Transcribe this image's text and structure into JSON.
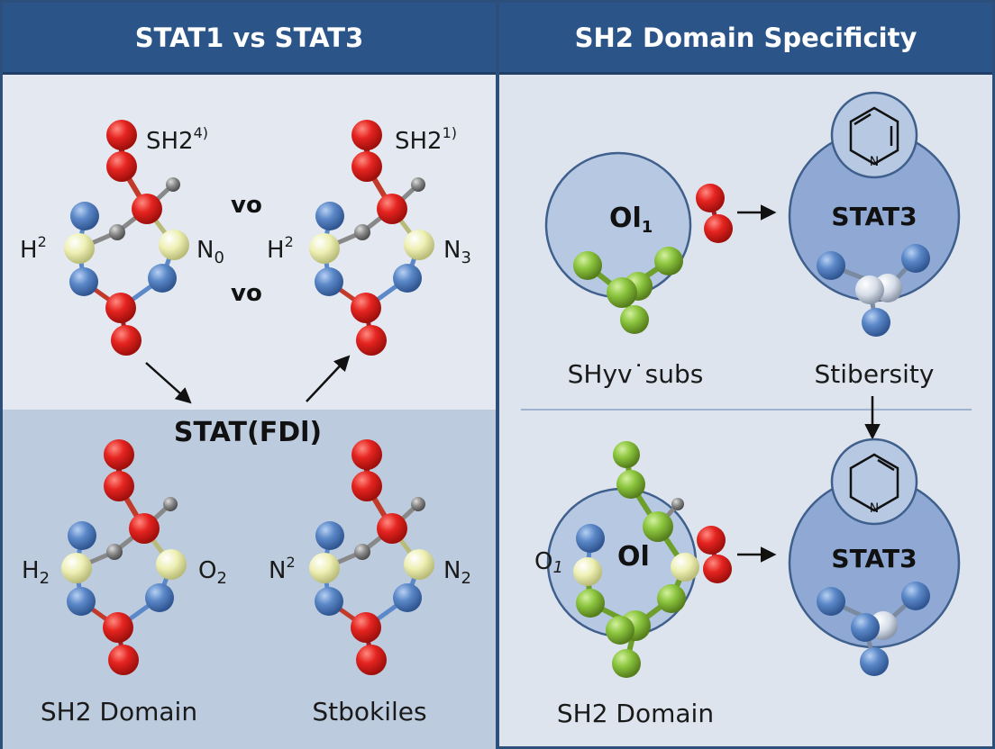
{
  "left_panel": {
    "title": "STAT1 vs STAT3",
    "top_left_molecule": {
      "label_top": "SH2",
      "label_top_sup": "4)",
      "label_left": "H",
      "label_left_sup": "2",
      "label_right": "N",
      "label_right_sub": "0"
    },
    "top_right_molecule": {
      "label_top": "SH2",
      "label_top_sup": "1)",
      "label_left": "H",
      "label_left_sup": "2",
      "label_right": "N",
      "label_right_sub": "3"
    },
    "between_top": "vo",
    "between_bottom": "vo",
    "center_label": "STAT(FDl)",
    "bottom_left_molecule": {
      "label_left": "H",
      "label_left_sub": "2",
      "label_right": "O",
      "label_right_sub": "2"
    },
    "bottom_right_molecule": {
      "label_left": "N",
      "label_left_sup": "2",
      "label_right": "N",
      "label_right_sub": "2"
    },
    "caption_left": "SH2 Domain",
    "caption_right": "Stbokiles"
  },
  "right_panel": {
    "title": "SH2 Domain Specificity",
    "top_circle_label": "Ol",
    "top_circle_sub": "1",
    "top_stat_label": "STAT3",
    "pyridine_atom": "N",
    "caption_top_left": "SHyv˙subs",
    "caption_top_right": "Stibersity",
    "bottom_circle_label": "Ol",
    "bottom_circle_side": "O",
    "bottom_circle_side_sub": "1",
    "bottom_stat_label": "STAT3",
    "caption_bottom_left": "SH2 Domain"
  },
  "colors": {
    "header_bg": "#2b5588",
    "atom_red": "#e52420",
    "atom_blue": "#5b88c8",
    "atom_yellow": "#eef0b4",
    "atom_green": "#8cc63f",
    "atom_gray": "#8a8a8a",
    "circle_fill": "#b4c7e1",
    "circle_stroke": "#3f5f8c"
  }
}
